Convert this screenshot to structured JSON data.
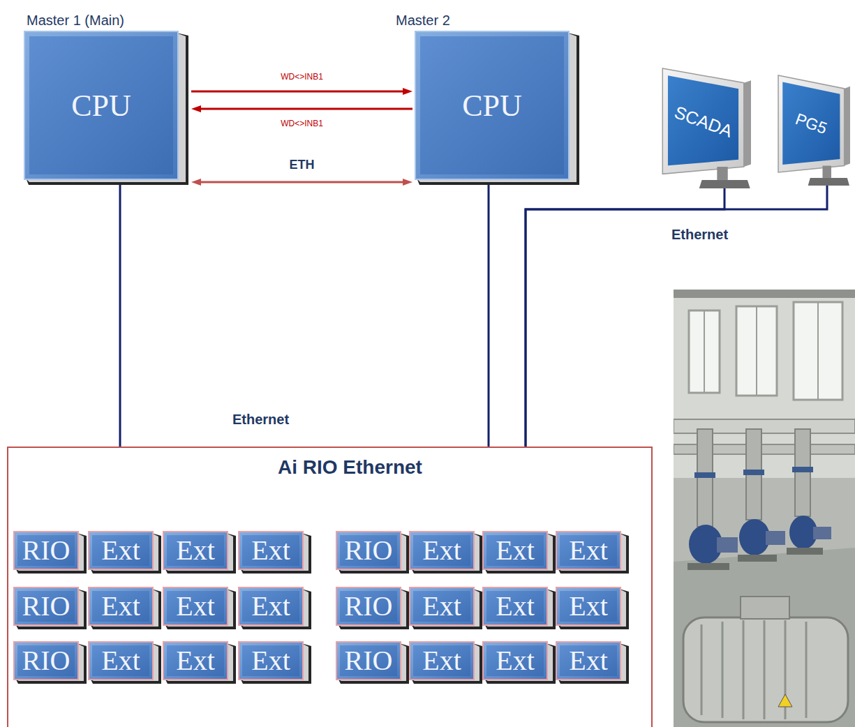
{
  "diagram": {
    "nodes": [
      {
        "text": [
          "Master 1 (Main)",
          "CPU"
        ]
      },
      {
        "text": [
          "Master 2",
          "CPU"
        ]
      },
      {
        "text": [
          "SCADA"
        ]
      },
      {
        "text": [
          "PG5"
        ]
      },
      {
        "text": [
          "Ai RIO Ethernet"
        ]
      },
      {
        "text": [
          "RIO"
        ],
        "in": 4
      },
      {
        "text": [
          "Ext"
        ],
        "in": 4
      },
      {
        "text": [
          "Ext"
        ],
        "in": 4
      },
      {
        "text": [
          "Ext"
        ],
        "in": 4
      },
      {
        "text": [
          "RIO"
        ],
        "in": 4
      },
      {
        "text": [
          "Ext"
        ],
        "in": 4
      },
      {
        "text": [
          "Ext"
        ],
        "in": 4
      },
      {
        "text": [
          "Ext"
        ],
        "in": 4
      },
      {
        "text": [
          "RIO"
        ],
        "in": 4
      },
      {
        "text": [
          "Ext"
        ],
        "in": 4
      },
      {
        "text": [
          "Ext"
        ],
        "in": 4
      },
      {
        "text": [
          "Ext"
        ],
        "in": 4
      },
      {
        "text": [
          "RIO"
        ],
        "in": 4
      },
      {
        "text": [
          "Ext"
        ],
        "in": 4
      },
      {
        "text": [
          "Ext"
        ],
        "in": 4
      },
      {
        "text": [
          "Ext"
        ],
        "in": 4
      },
      {
        "text": [
          "RIO"
        ],
        "in": 4
      },
      {
        "text": [
          "Ext"
        ],
        "in": 4
      },
      {
        "text": [
          "Ext"
        ],
        "in": 4
      },
      {
        "text": [
          "Ext"
        ],
        "in": 4
      },
      {
        "text": [
          "RIO"
        ],
        "in": 4
      },
      {
        "text": [
          "Ext"
        ],
        "in": 4
      },
      {
        "text": [
          "Ext"
        ],
        "in": 4
      },
      {
        "text": [
          "Ext"
        ],
        "in": 4
      }
    ],
    "edges": [
      {
        "from": 0,
        "to": 1,
        "arrow": "to",
        "label": "WD<>INB1"
      },
      {
        "from": 1,
        "to": 0,
        "arrow": "to",
        "label": "WD<>INB1"
      },
      {
        "from": 0,
        "to": 1,
        "arrow": "both",
        "label": "ETH"
      },
      {
        "from": 0,
        "to": 4,
        "arrow": "none"
      },
      {
        "from": 1,
        "to": 4,
        "arrow": "none"
      },
      {
        "from": 2,
        "to": 4,
        "arrow": "none"
      },
      {
        "from": 3,
        "to": 4,
        "arrow": "none"
      }
    ],
    "labels": [
      "Ethernet",
      "Ethernet"
    ]
  }
}
